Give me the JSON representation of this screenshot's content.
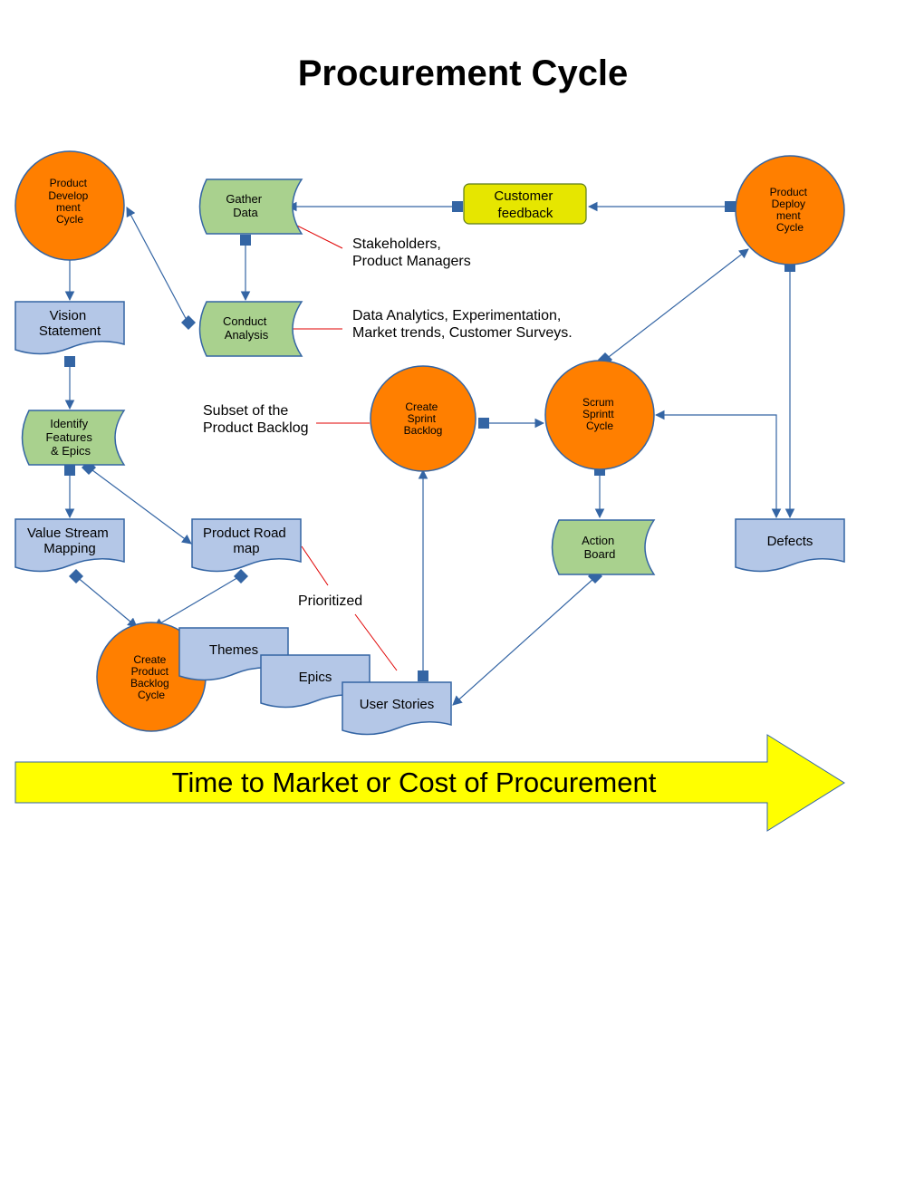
{
  "title": "Procurement Cycle",
  "nodes": {
    "product_development_cycle": [
      "Product",
      "Develop",
      "ment",
      "Cycle"
    ],
    "gather_data": [
      "Gather",
      "Data"
    ],
    "customer_feedback": [
      "Customer",
      "feedback"
    ],
    "product_deployment_cycle": [
      "Product",
      "Deploy",
      "ment",
      "Cycle"
    ],
    "vision_statement": [
      "Vision",
      "Statement"
    ],
    "conduct_analysis": [
      "Conduct",
      "Analysis"
    ],
    "identify_features": [
      "Identify",
      "Features",
      "& Epics"
    ],
    "create_sprint_backlog": [
      "Create",
      "Sprint",
      "Backlog"
    ],
    "scrum_sprint_cycle": [
      "Scrum",
      "Sprintt",
      "Cycle"
    ],
    "value_stream_mapping": [
      "Value Stream",
      "Mapping"
    ],
    "product_road_map": [
      "Product Road",
      "map"
    ],
    "action_board": [
      "Action",
      "Board"
    ],
    "defects": "Defects",
    "create_product_backlog_cycle": [
      "Create",
      "Product",
      "Backlog",
      "Cycle"
    ],
    "themes": "Themes",
    "epics": "Epics",
    "user_stories": "User Stories"
  },
  "annotations": {
    "stakeholders": [
      "Stakeholders,",
      "Product Managers"
    ],
    "data_analytics": [
      "Data Analytics, Experimentation,",
      "Market trends, Customer Surveys."
    ],
    "subset": [
      "Subset of the",
      "Product Backlog"
    ],
    "prioritized": "Prioritized"
  },
  "banner": "Time to Market or Cost of Procurement",
  "colors": {
    "cycle": "#ff7f00",
    "document": "#b4c7e7",
    "storage": "#a9d18e",
    "feedback": "#e6e600",
    "banner": "#ffff00",
    "connector": "#3465a4",
    "annotation_line": "#e00000"
  }
}
